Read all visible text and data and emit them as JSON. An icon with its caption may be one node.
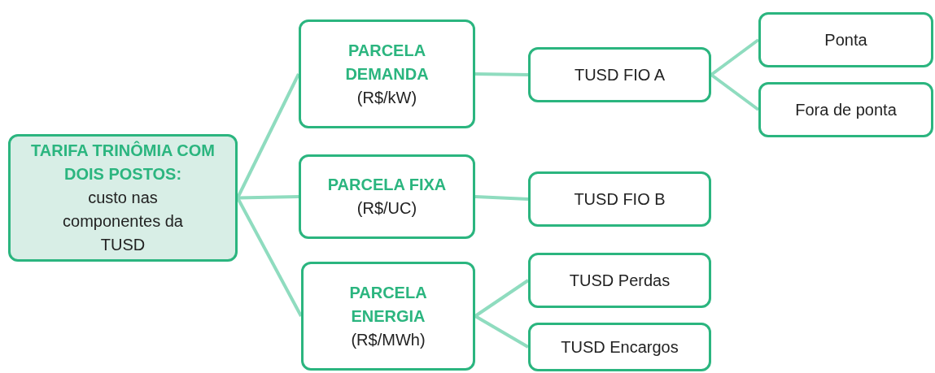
{
  "diagram": {
    "nodes": [
      {
        "text": [
          "TARIFA TRINÔMIA COM DOIS POSTOS:",
          "custo nas componentes da TUSD"
        ]
      },
      {
        "text": [
          "PARCELA DEMANDA",
          "(R$/kW)"
        ]
      },
      {
        "text": [
          "PARCELA FIXA",
          "(R$/UC)"
        ]
      },
      {
        "text": [
          "PARCELA ENERGIA",
          "(R$/MWh)"
        ]
      },
      {
        "text": [
          "TUSD FIO A"
        ]
      },
      {
        "text": [
          "Ponta"
        ]
      },
      {
        "text": [
          "Fora de ponta"
        ]
      },
      {
        "text": [
          "TUSD FIO B"
        ]
      },
      {
        "text": [
          "TUSD Perdas"
        ]
      },
      {
        "text": [
          "TUSD Encargos"
        ]
      }
    ],
    "edges": [
      {
        "from": 0,
        "to": 1,
        "arrow": "none"
      },
      {
        "from": 0,
        "to": 2,
        "arrow": "none"
      },
      {
        "from": 0,
        "to": 3,
        "arrow": "none"
      },
      {
        "from": 1,
        "to": 4,
        "arrow": "none"
      },
      {
        "from": 4,
        "to": 5,
        "arrow": "none"
      },
      {
        "from": 4,
        "to": 6,
        "arrow": "none"
      },
      {
        "from": 2,
        "to": 7,
        "arrow": "none"
      },
      {
        "from": 3,
        "to": 8,
        "arrow": "none"
      },
      {
        "from": 3,
        "to": 9,
        "arrow": "none"
      }
    ]
  }
}
